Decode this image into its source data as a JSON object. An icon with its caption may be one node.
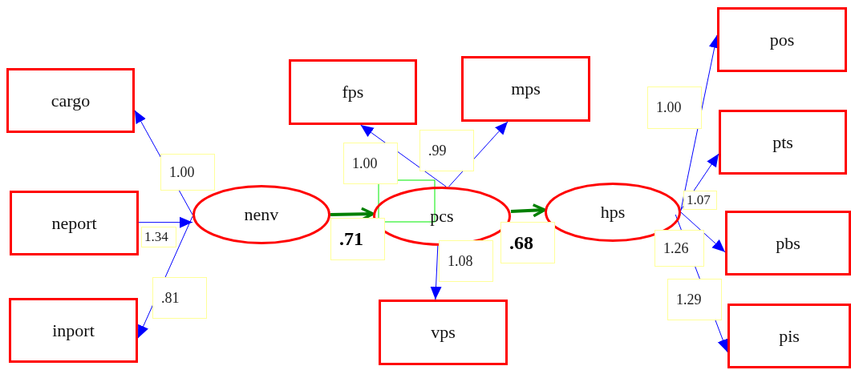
{
  "diagram": {
    "nodes": [
      {
        "text": [
          "cargo"
        ]
      },
      {
        "text": [
          "neport"
        ]
      },
      {
        "text": [
          "inport"
        ]
      },
      {
        "text": [
          "nenv"
        ]
      },
      {
        "text": [
          "fps"
        ]
      },
      {
        "text": [
          "mps"
        ]
      },
      {
        "text": [
          "pcs"
        ]
      },
      {
        "text": [
          "vps"
        ]
      },
      {
        "text": [
          "hps"
        ]
      },
      {
        "text": [
          "pos"
        ]
      },
      {
        "text": [
          "pts"
        ]
      },
      {
        "text": [
          "pbs"
        ]
      },
      {
        "text": [
          "pis"
        ]
      }
    ],
    "edges": [
      {
        "from": 3,
        "to": 0,
        "arrow": "to",
        "label": "1.00"
      },
      {
        "from": 1,
        "to": 3,
        "arrow": "to",
        "label": "1.34"
      },
      {
        "from": 3,
        "to": 2,
        "arrow": "to",
        "label": ".81"
      },
      {
        "from": 3,
        "to": 6,
        "arrow": "to",
        "label": ".71",
        "style": "thick",
        "color": "#008000"
      },
      {
        "from": 6,
        "to": 4,
        "arrow": "to",
        "label": "1.00"
      },
      {
        "from": 6,
        "to": 5,
        "arrow": "to",
        "label": ".99"
      },
      {
        "from": 6,
        "to": 7,
        "arrow": "to",
        "label": "1.08"
      },
      {
        "from": 6,
        "to": 8,
        "arrow": "to",
        "label": ".68",
        "style": "thick",
        "color": "#008000"
      },
      {
        "from": 8,
        "to": 9,
        "arrow": "to",
        "label": "1.00"
      },
      {
        "from": 8,
        "to": 10,
        "arrow": "to",
        "label": "1.07"
      },
      {
        "from": 8,
        "to": 11,
        "arrow": "to",
        "label": "1.26"
      },
      {
        "from": 8,
        "to": 12,
        "arrow": "to",
        "label": "1.29"
      }
    ]
  }
}
